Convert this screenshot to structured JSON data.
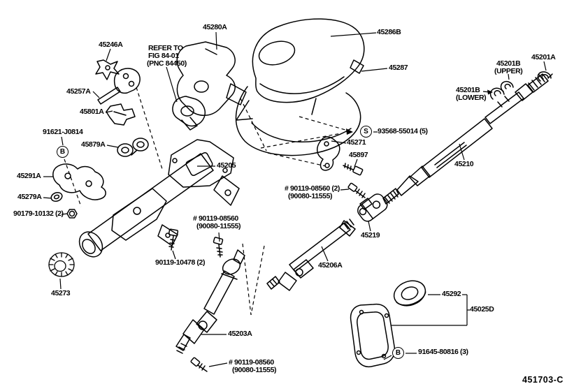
{
  "diagram": {
    "title": "Steering column and shaft exploded parts diagram",
    "figure_code": "451703-C",
    "ink_color": "#000000",
    "background_color": "#ffffff"
  },
  "labels": {
    "p45246A": "45246A",
    "refer_line1": "REFER TO",
    "refer_line2": "FIG 84-01",
    "refer_line3": "(PNC 84450)",
    "p45280A": "45280A",
    "p45286B": "45286B",
    "p45287": "45287",
    "p45201A": "45201A",
    "p45201B_upper": "45201B",
    "p45201B_upper_note": "(UPPER)",
    "p45201B_lower": "45201B",
    "p45201B_lower_note": "(LOWER)",
    "s_marker": "S",
    "p93568": "93568-55014 (5)",
    "p45271": "45271",
    "p45897": "45897",
    "p45257A": "45257A",
    "p45801A": "45801A",
    "p91621": "91621-J0814",
    "b_marker1": "B",
    "p45879A": "45879A",
    "p45205": "45205",
    "p45291A": "45291A",
    "p45279A": "45279A",
    "p90179": "90179-10132 (2)",
    "p45210": "45210",
    "p08560_left_line1": "# 90119-08560",
    "p08560_left_line2": "(90080-11555)",
    "p08560_right_line1": "# 90119-08560 (2)",
    "p08560_right_line2": "(90080-11555)",
    "p08560_bottom_line1": "# 90119-08560",
    "p08560_bottom_line2": "(90080-11555)",
    "p10478": "90119-10478 (2)",
    "p45273": "45273",
    "p45219": "45219",
    "p45206A": "45206A",
    "p45203A": "45203A",
    "p45292": "45292",
    "p45025D": "45025D",
    "b_marker2": "B",
    "p91645": "91645-80816 (3)"
  }
}
